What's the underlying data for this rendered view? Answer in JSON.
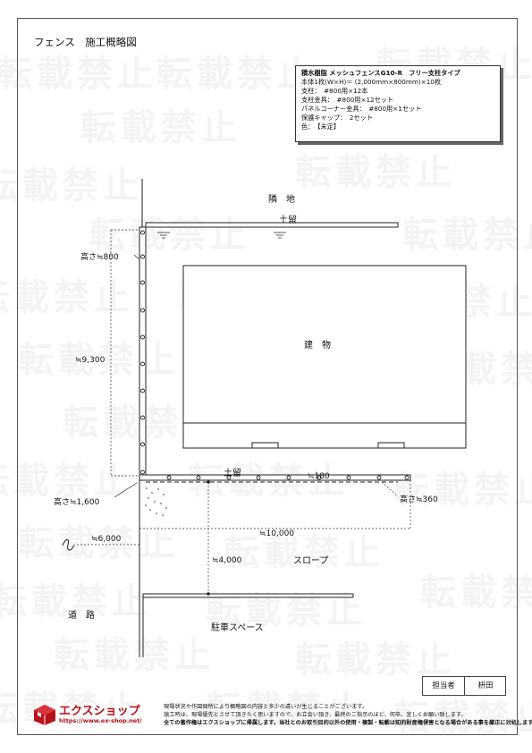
{
  "title": "フェンス　施工概略図",
  "spec": {
    "lines": [
      "積水樹脂 メッシュフェンスG10-R　フリー支柱タイプ",
      "本体1枚(W×H)＝ (2,000mm×800mm)×10枚",
      "支柱：　#800用×12本",
      "支柱金具：　#800用×12セット",
      "パネルコーナー金具：　#800用×1セット",
      "保護キャップ：　2セット",
      "色：　【未定】"
    ]
  },
  "labels": {
    "neighbor_land": "隣　地",
    "retaining_top": "土留",
    "retaining_bottom": "土留",
    "building": "建　物",
    "road": "道　路",
    "slope": "スロープ",
    "parking": "駐車スペース",
    "height_800": "高さ≒800",
    "height_1600": "高さ≒1,600",
    "height_360": "高さ≒360",
    "dim_9300": "≒9,300",
    "dim_10000": "≒10,000",
    "dim_6000": "≒6,000",
    "dim_4000": "≒4,000",
    "dim_180": "≒180"
  },
  "watermark": "転載禁止",
  "footer": {
    "person_label": "担当者",
    "person_name": "枡田",
    "logo_name": "エクスショップ",
    "logo_url": "https://www.ex-shop.net/",
    "notice_lines": [
      "現場状況や作図個所により概略図の内容と多少の違いが生じることがございます。",
      "施工時は、現場優先とさせて頂きたく思いますので、お立会い頂き、最終のご指示のほど、何卒、宜しくお願い致します。",
      "全ての著作権はエクスショップに帰属します。当社とのお取引目的以外の使用・複製・転載は知的財産権侵害となる場合がある事を厳正に対処します。"
    ]
  },
  "colors": {
    "brand": "#b5121b",
    "line": "#222222"
  }
}
